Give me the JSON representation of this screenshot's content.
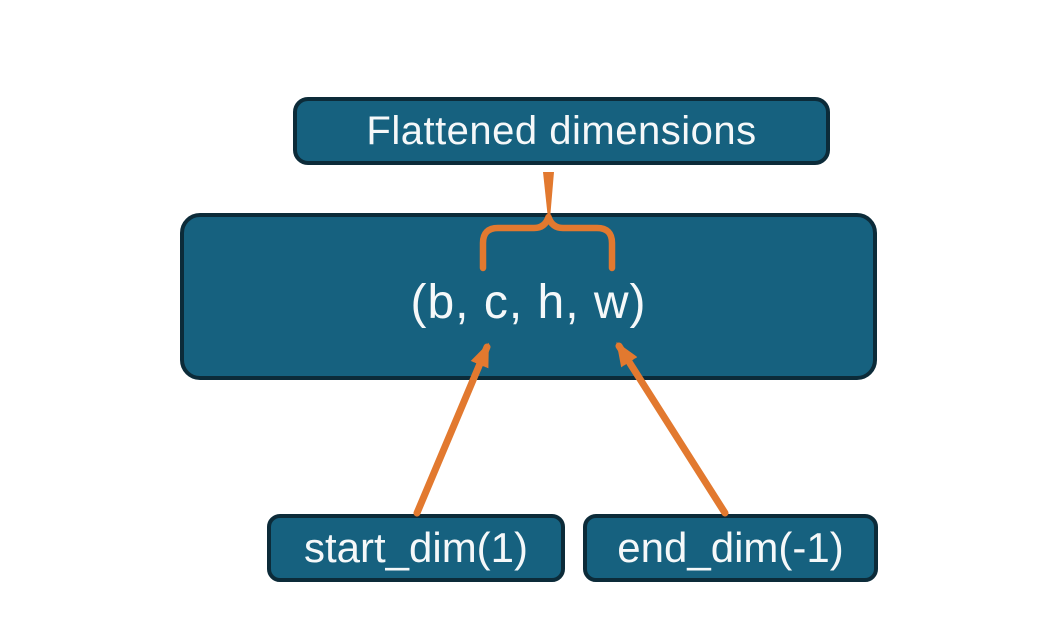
{
  "diagram": {
    "type": "flowchart",
    "description": "Flatten operation on a tensor: start_dim and end_dim select which dimensions get flattened",
    "flattened_box_label": "Flattened dimensions",
    "tensor_box_label": "(b, c, h, w)",
    "start_dim_box_label": "start_dim(1)",
    "end_dim_box_label": "end_dim(-1)",
    "colors": {
      "box_fill": "#16617f",
      "box_border": "#0c2b39",
      "arrow_orange": "#e2792f",
      "text": "#f5f8f9",
      "background": "#ffffff"
    }
  }
}
